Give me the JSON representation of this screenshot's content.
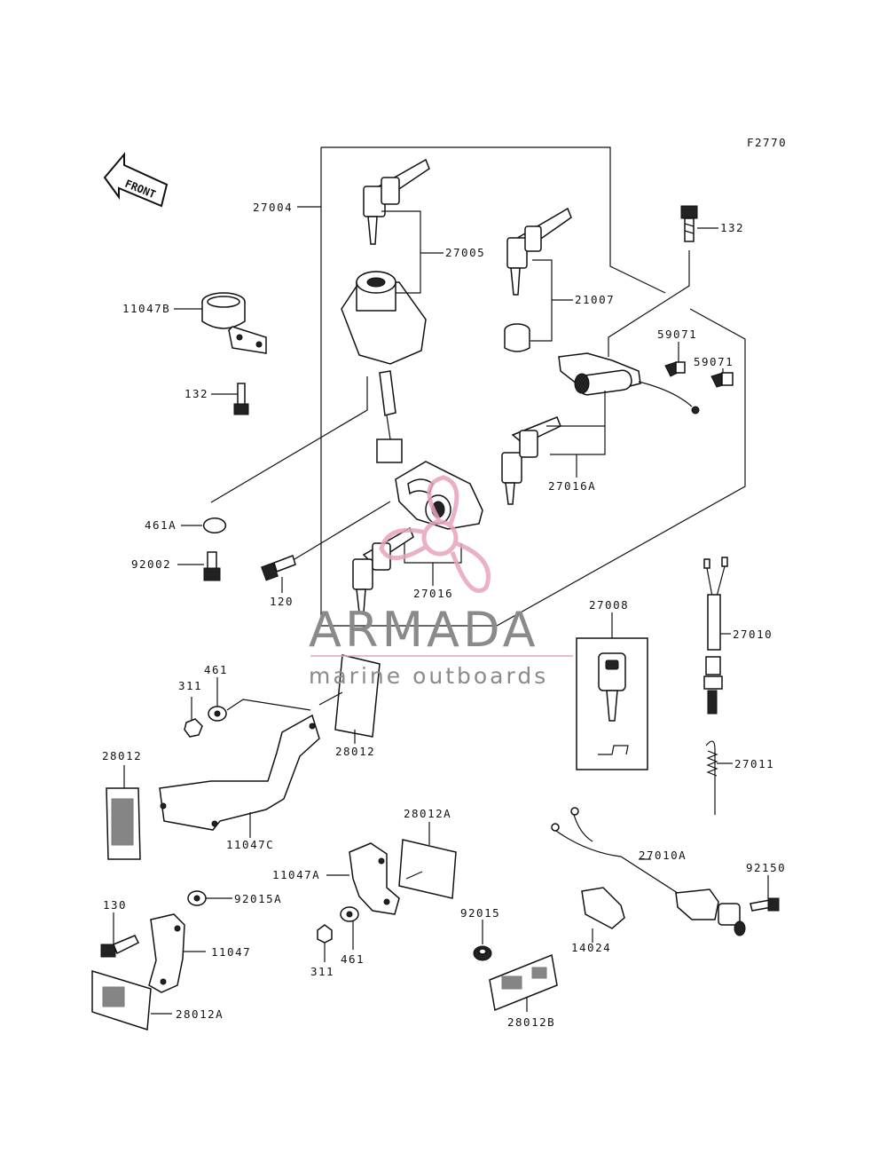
{
  "figure_code": "F2770",
  "front_label": "FRONT",
  "watermark": {
    "brand": "ARMADA",
    "tagline": "marine outboards",
    "pink": "#e6a3bf",
    "grey": "#8a8a8a"
  },
  "labels": {
    "p27004": "27004",
    "p27005": "27005",
    "p21007": "21007",
    "p132_top": "132",
    "p11047B": "11047B",
    "p132_left": "132",
    "p59071_a": "59071",
    "p59071_b": "59071",
    "p27016A": "27016A",
    "p461A": "461A",
    "p92002": "92002",
    "p120": "120",
    "p27016": "27016",
    "p27008": "27008",
    "p27010": "27010",
    "p461_top": "461",
    "p311_top": "311",
    "p28012_mid": "28012",
    "p28012_left": "28012",
    "p11047C": "11047C",
    "p27011": "27011",
    "p28012A_mid": "28012A",
    "p11047A": "11047A",
    "p27010A": "27010A",
    "p92150": "92150",
    "p130": "130",
    "p92015A": "92015A",
    "p11047": "11047",
    "p92015": "92015",
    "p14024": "14024",
    "p311_bot": "311",
    "p461_bot": "461",
    "p28012A_bot": "28012A",
    "p28012B": "28012B"
  }
}
